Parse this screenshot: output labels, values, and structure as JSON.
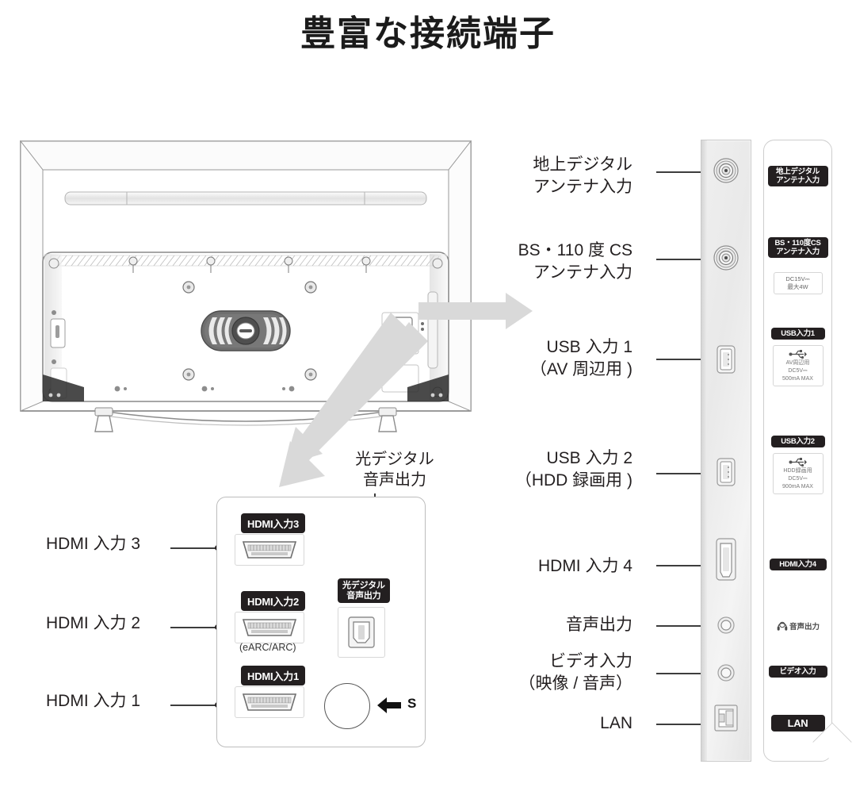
{
  "page": {
    "title": "豊富な接続端子",
    "accent_dark": "#231f20",
    "panel_gray": "#ececec",
    "arrow_gray": "#d8d8d8"
  },
  "tv": {
    "name": "tv-rear-illustration"
  },
  "arrows": {
    "to_side_panel": "gray-arrow-right",
    "to_jack_panel": "gray-arrow-down-left"
  },
  "side_connectors": [
    {
      "label_line1": "地上デジタル",
      "label_line2": "アンテナ入力",
      "port": "coax-antenna-jack"
    },
    {
      "label_line1": "BS・110 度 CS",
      "label_line2": "アンテナ入力",
      "port": "coax-antenna-jack"
    },
    {
      "label_line1": "USB 入力 1",
      "label_line2": "（AV 周辺用 )",
      "port": "usb-type-a-port"
    },
    {
      "label_line1": "USB 入力 2",
      "label_line2": "（HDD 録画用 )",
      "port": "usb-type-a-port"
    },
    {
      "label_line1": "HDMI 入力 4",
      "label_line2": "",
      "port": "hdmi-port"
    },
    {
      "label_line1": "音声出力",
      "label_line2": "",
      "port": "audio-out-jack"
    },
    {
      "label_line1": "ビデオ入力",
      "label_line2": "（映像 / 音声）",
      "port": "video-in-jack"
    },
    {
      "label_line1": "LAN",
      "label_line2": "",
      "port": "lan-rj45-port"
    }
  ],
  "legend_panel": {
    "items": [
      {
        "badge_line1": "地上デジタル",
        "badge_line2": "アンテナ入力",
        "spec_lines": []
      },
      {
        "badge_line1": "BS・110度CS",
        "badge_line2": "アンテナ入力",
        "spec_lines": [
          "DC15V⎓",
          "最大4W"
        ]
      },
      {
        "badge_line1": "USB入力1",
        "badge_line2": "",
        "icon": "usb-icon",
        "spec_lines": [
          "AV周辺用",
          "DC5V⎓",
          "500mA MAX"
        ]
      },
      {
        "badge_line1": "USB入力2",
        "badge_line2": "",
        "icon": "usb-icon",
        "spec_lines": [
          "HDD録画用",
          "DC5V⎓",
          "900mA MAX"
        ]
      },
      {
        "badge_line1": "HDMI入力4",
        "badge_line2": "",
        "spec_lines": []
      },
      {
        "badge_line1": "音声出力",
        "badge_line2": "",
        "icon": "headphone-icon",
        "style": "plain",
        "spec_lines": []
      },
      {
        "badge_line1": "ビデオ入力",
        "badge_line2": "",
        "spec_lines": []
      },
      {
        "badge_line1": "LAN",
        "badge_line2": "",
        "spec_lines": []
      }
    ]
  },
  "jack_panel": {
    "left_labels": [
      "HDMI 入力 3",
      "HDMI 入力 2",
      "HDMI 入力 1"
    ],
    "optical_label_line1": "光デジタル",
    "optical_label_line2": "音声出力",
    "badges": [
      "HDMI入力3",
      "HDMI入力2",
      "HDMI入力1"
    ],
    "optical_badge_line1": "光デジタル",
    "optical_badge_line2": "音声出力",
    "earc_note": "(eARC/ARC)",
    "s_marker": "S"
  }
}
